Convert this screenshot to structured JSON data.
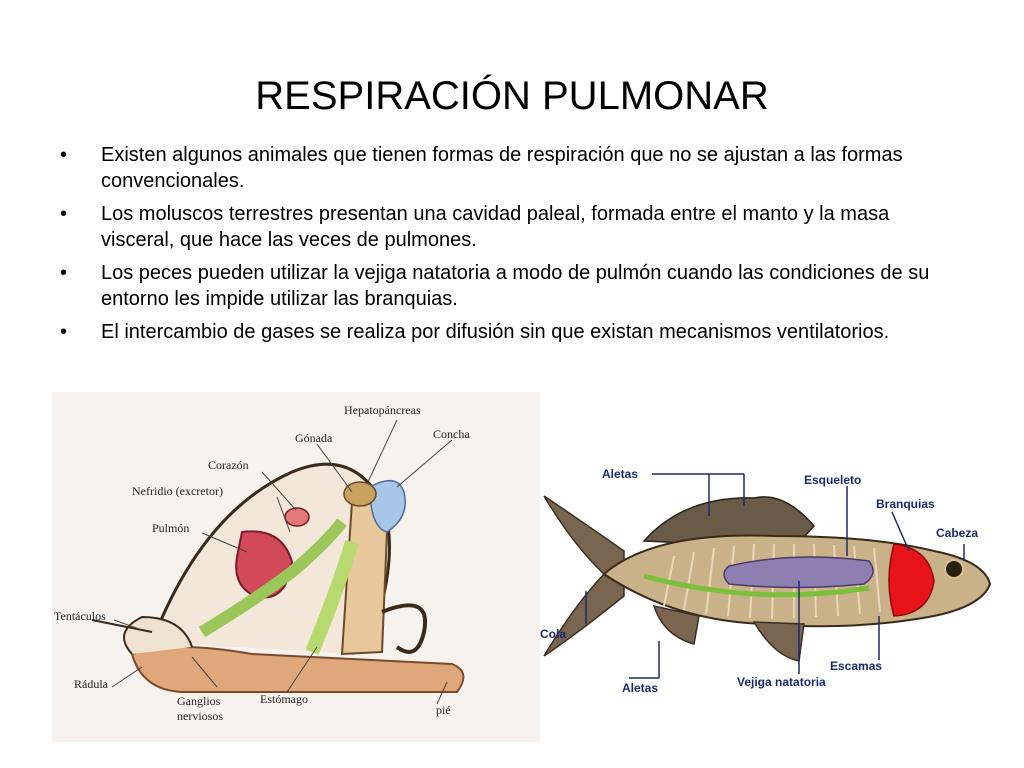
{
  "slide": {
    "title": "RESPIRACIÓN PULMONAR",
    "bullet_symbol": "•",
    "bullets": [
      "Existen algunos animales que tienen formas de respiración que no se ajustan a las formas convencionales.",
      "Los moluscos terrestres presentan una cavidad paleal, formada entre el manto y la masa visceral, que hace las veces de pulmones.",
      "Los peces pueden utilizar la vejiga natatoria a modo de pulmón cuando las condiciones de su entorno les impide utilizar las branquias.",
      "El intercambio de gases se realiza por difusión sin que existan mecanismos ventilatorios."
    ]
  },
  "snail_diagram": {
    "labels": {
      "hepatopancreas": "Hepatopáncreas",
      "gonada": "Gónada",
      "concha": "Concha",
      "corazon": "Corazón",
      "nefridio": "Nefridio (excretor)",
      "pulmon": "Pulmón",
      "tentaculos": "Tentáculos",
      "radula": "Rádula",
      "ganglios_1": "Ganglios",
      "ganglios_2": "nerviosos",
      "estomago": "Estómago",
      "pie": "pié"
    }
  },
  "fish_diagram": {
    "labels": {
      "aletas_top": "Aletas",
      "esqueleto": "Esqueleto",
      "branquias": "Branquias",
      "cabeza": "Cabeza",
      "cola": "Cola",
      "escamas": "Escamas",
      "aletas_bottom": "Aletas",
      "vejiga": "Vejiga natatoria"
    }
  },
  "colors": {
    "fish_label": "#1a2a6e",
    "gills": "#e8141a",
    "swim_bladder": "#8e7fb0",
    "spine": "#7bbf3a"
  }
}
